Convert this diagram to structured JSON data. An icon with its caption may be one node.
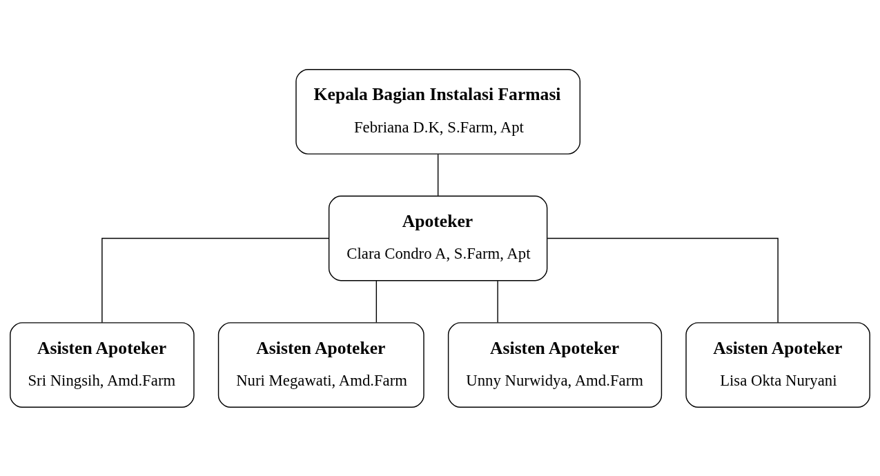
{
  "diagram": {
    "nodes": [
      {
        "text": [
          "Kepala Bagian Instalasi Farmasi",
          "Febriana D.K, S.Farm, Apt"
        ]
      },
      {
        "text": [
          "Apoteker",
          "Clara Condro A, S.Farm, Apt"
        ]
      },
      {
        "text": [
          "Asisten Apoteker",
          "Sri Ningsih, Amd.Farm"
        ]
      },
      {
        "text": [
          "Asisten Apoteker",
          "Nuri Megawati, Amd.Farm"
        ]
      },
      {
        "text": [
          "Asisten Apoteker",
          "Unny Nurwidya, Amd.Farm"
        ]
      },
      {
        "text": [
          "Asisten Apoteker",
          "Lisa Okta Nuryani"
        ]
      }
    ],
    "edges": [
      {
        "from": 0,
        "to": 1,
        "arrow": "none"
      },
      {
        "from": 1,
        "to": 2,
        "arrow": "none"
      },
      {
        "from": 1,
        "to": 3,
        "arrow": "none"
      },
      {
        "from": 1,
        "to": 4,
        "arrow": "none"
      },
      {
        "from": 1,
        "to": 5,
        "arrow": "none"
      }
    ]
  }
}
